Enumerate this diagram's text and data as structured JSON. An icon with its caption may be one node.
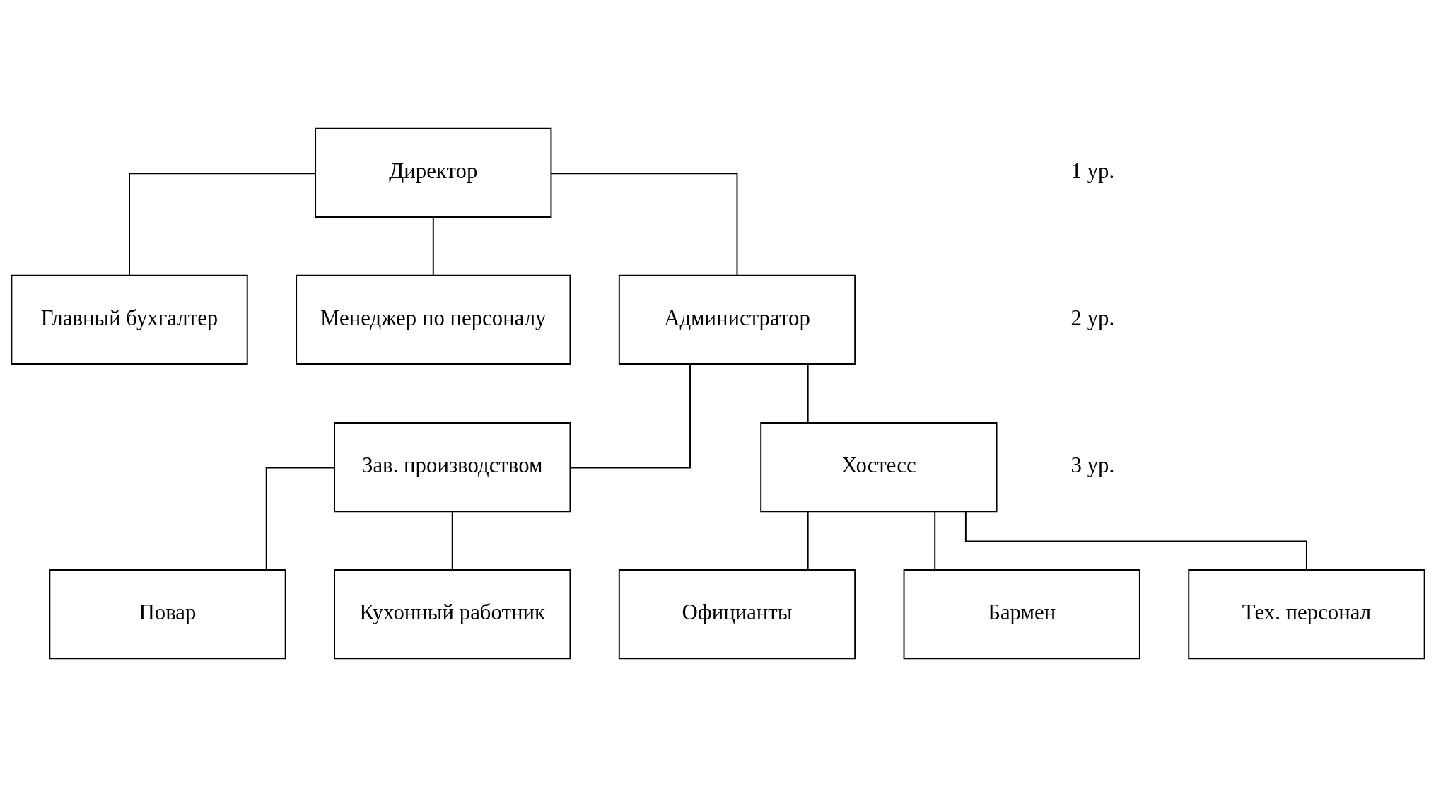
{
  "diagram": {
    "nodes": [
      {
        "text": [
          "Директор"
        ]
      },
      {
        "text": [
          "Главный бухгалтер"
        ]
      },
      {
        "text": [
          "Менеджер по персоналу"
        ]
      },
      {
        "text": [
          "Администратор"
        ]
      },
      {
        "text": [
          "Зав. производством"
        ]
      },
      {
        "text": [
          "Хостесс"
        ]
      },
      {
        "text": [
          "Повар"
        ]
      },
      {
        "text": [
          "Кухонный работник"
        ]
      },
      {
        "text": [
          "Официанты"
        ]
      },
      {
        "text": [
          "Бармен"
        ]
      },
      {
        "text": [
          "Тех. персонал"
        ]
      }
    ],
    "edges": [
      {
        "from": 0,
        "to": 1,
        "arrow": "none"
      },
      {
        "from": 0,
        "to": 2,
        "arrow": "none"
      },
      {
        "from": 0,
        "to": 3,
        "arrow": "none"
      },
      {
        "from": 3,
        "to": 4,
        "arrow": "none"
      },
      {
        "from": 3,
        "to": 5,
        "arrow": "none"
      },
      {
        "from": 4,
        "to": 6,
        "arrow": "none"
      },
      {
        "from": 4,
        "to": 7,
        "arrow": "none"
      },
      {
        "from": 5,
        "to": 8,
        "arrow": "none"
      },
      {
        "from": 5,
        "to": 9,
        "arrow": "none"
      },
      {
        "from": 5,
        "to": 10,
        "arrow": "none"
      }
    ],
    "labels": [
      "1 ур.",
      "2 ур.",
      "3 ур."
    ]
  }
}
